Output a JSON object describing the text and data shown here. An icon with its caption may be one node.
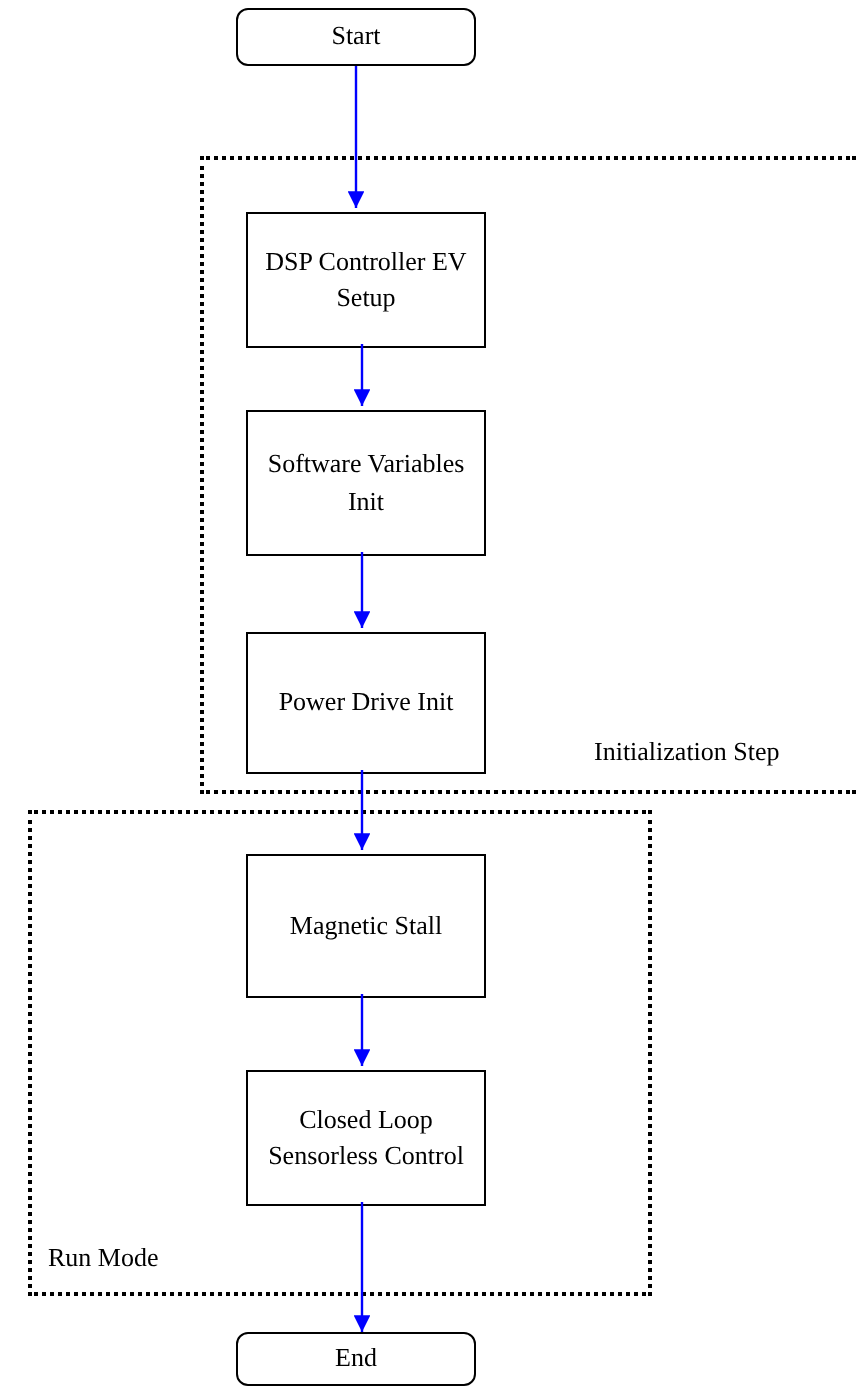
{
  "diagram": {
    "nodes": [
      {
        "text": [
          "Start"
        ]
      },
      {
        "text": [
          "Initialization Step"
        ]
      },
      {
        "text": [
          "DSP Controller EV Setup"
        ],
        "in": 1
      },
      {
        "text": [
          "Software Variables Init"
        ],
        "in": 1
      },
      {
        "text": [
          "Power Drive Init"
        ],
        "in": 1
      },
      {
        "text": [
          "Run Mode"
        ]
      },
      {
        "text": [
          "Magnetic Stall"
        ],
        "in": 5
      },
      {
        "text": [
          "Closed Loop Sensorless Control"
        ],
        "in": 5
      },
      {
        "text": [
          "End"
        ]
      }
    ],
    "edges": [
      {
        "from": 0,
        "to": 2,
        "arrow": "to"
      },
      {
        "from": 2,
        "to": 3,
        "arrow": "to"
      },
      {
        "from": 3,
        "to": 4,
        "arrow": "to"
      },
      {
        "from": 4,
        "to": 6,
        "arrow": "to"
      },
      {
        "from": 6,
        "to": 7,
        "arrow": "to"
      },
      {
        "from": 7,
        "to": 8,
        "arrow": "to"
      }
    ]
  }
}
